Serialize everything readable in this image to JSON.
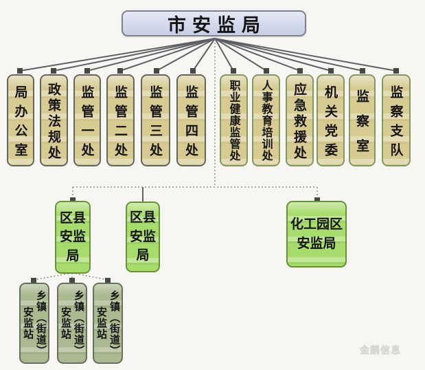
{
  "org": {
    "root": {
      "label": "市安监局"
    },
    "departments": {
      "items": [
        {
          "label": "局办公室"
        },
        {
          "label": "政策法规处"
        },
        {
          "label": "监管一处"
        },
        {
          "label": "监管二处"
        },
        {
          "label": "监管三处"
        },
        {
          "label": "监管四处"
        },
        {
          "label": "职业健康监管处"
        },
        {
          "label": "人事教育培训处"
        },
        {
          "label": "应急救援处"
        },
        {
          "label": "机关党委"
        },
        {
          "label": "监察室"
        },
        {
          "label": "监察支队"
        }
      ]
    },
    "bureaus": {
      "items": [
        {
          "label": "区县安监局"
        },
        {
          "label": "区县安监局"
        },
        {
          "label": "化工园区安监局"
        }
      ]
    },
    "stations": {
      "items": [
        {
          "label": "乡镇（街道）安监站"
        },
        {
          "label": "乡镇（街道）安监站"
        },
        {
          "label": "乡镇（街道）安监站"
        }
      ]
    }
  },
  "watermark": {
    "text": "金鹏信息"
  },
  "colors": {
    "root_fill": "#d6dcee",
    "root_border": "#7c818c",
    "department_fill": "#d7cb92",
    "department_border": "#63665a",
    "department_border_green": "#7f9a60",
    "bureau_fill": "#a7dc6d",
    "bureau_border": "#649436",
    "station_fill": "#aab990",
    "station_border": "#67705c",
    "solid_line": "#5c6064",
    "dotted_line": "#8f8f8f",
    "connector_square": "#454a40",
    "text": "#141414"
  }
}
